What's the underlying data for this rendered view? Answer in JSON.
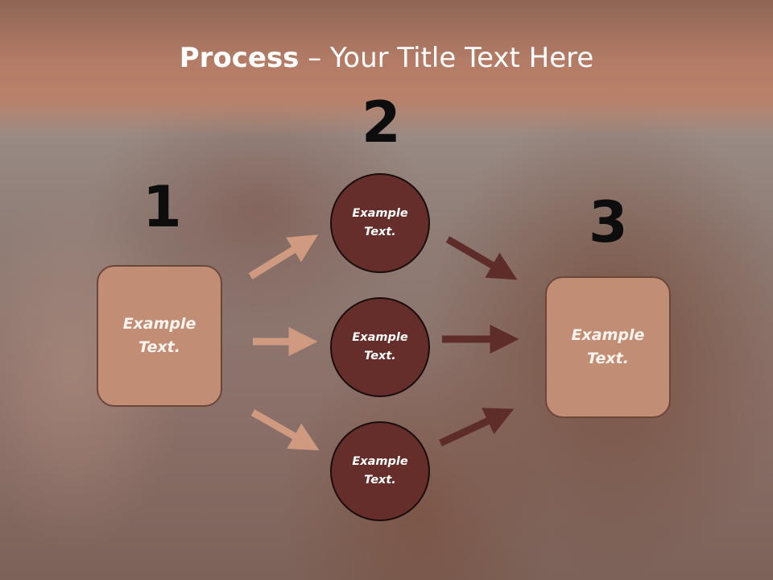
{
  "title": {
    "bold": "Process",
    "rest": " – Your Title Text Here"
  },
  "steps": [
    {
      "number": "1",
      "box_text": "Example\nText."
    },
    {
      "number": "2"
    },
    {
      "number": "3",
      "box_text": "Example\nText."
    }
  ],
  "circles": [
    {
      "text": "Example\nText."
    },
    {
      "text": "Example\nText."
    },
    {
      "text": "Example\nText."
    }
  ],
  "colors": {
    "title_band": "#b47c66",
    "box_fill": "#c18d74",
    "circle_fill": "#662e2b",
    "arrow_light": "#cf9a80",
    "arrow_dark": "#5e2d2a",
    "number_text": "#0d0d0d"
  }
}
